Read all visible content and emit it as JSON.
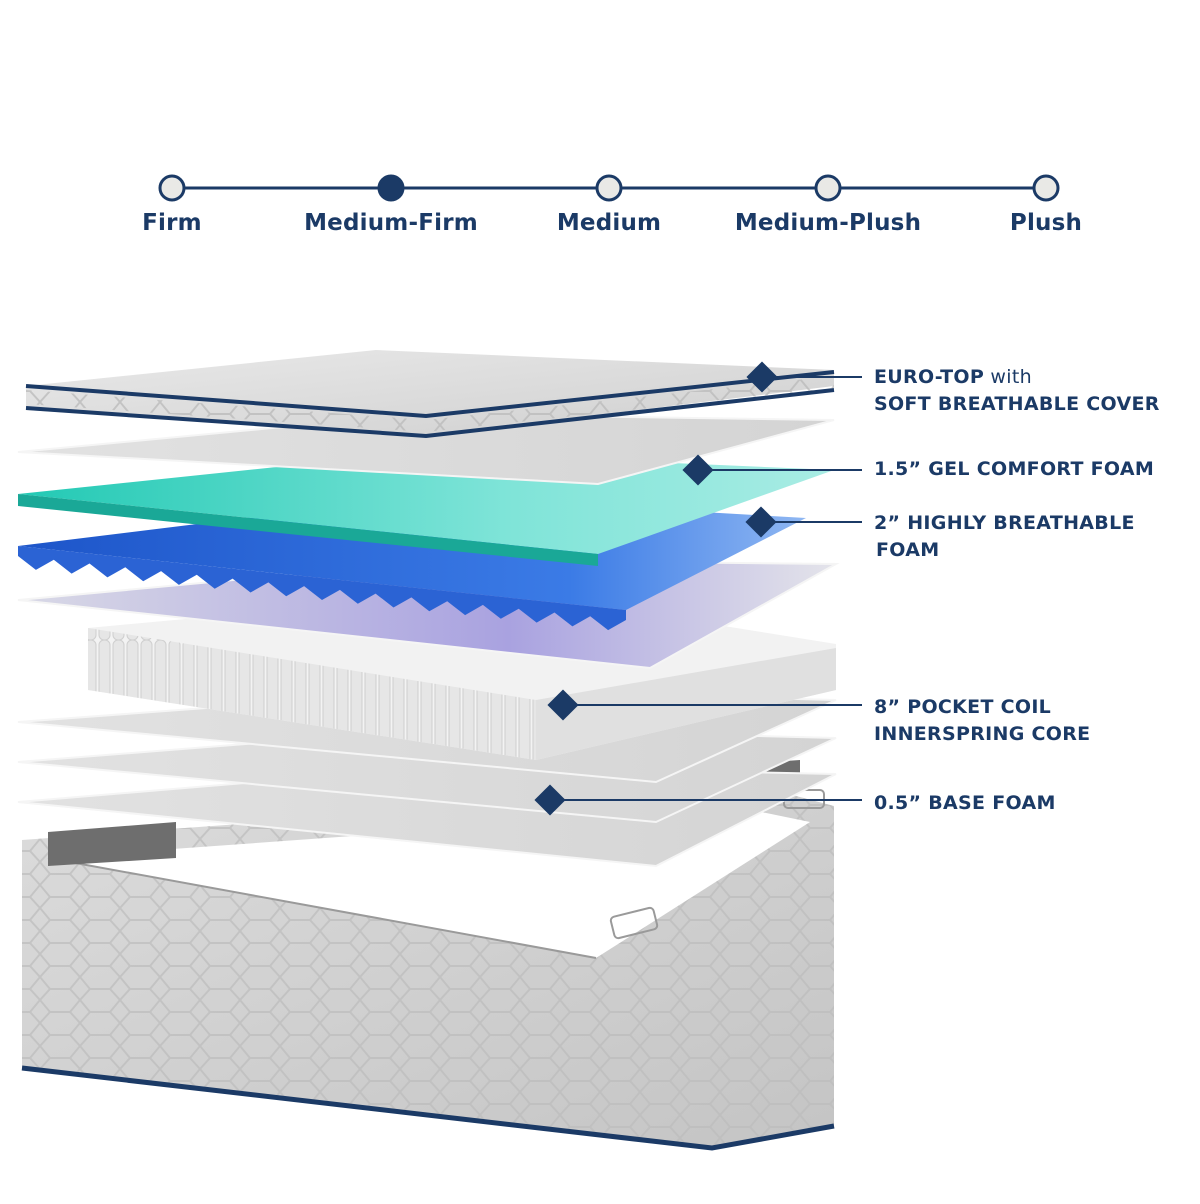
{
  "firmness_scale": {
    "levels": [
      "Firm",
      "Medium-Firm",
      "Medium",
      "Medium-Plush",
      "Plush"
    ],
    "selected_index": 1,
    "colors": {
      "line": "#1b3a66",
      "dot_fill": "#e9e9e6",
      "selected_fill": "#1b3a66"
    }
  },
  "callouts": [
    {
      "line1_bold": "EURO-TOP",
      "line1_light": " with",
      "line2": "SOFT BREATHABLE COVER"
    },
    {
      "line1_bold": "1.5” GEL COMFORT FOAM",
      "line1_light": "",
      "line2": ""
    },
    {
      "line1_bold": "2” HIGHLY BREATHABLE",
      "line1_light": "",
      "line2": "FOAM"
    },
    {
      "line1_bold": "8” POCKET COIL",
      "line1_light": "",
      "line2": "INNERSPRING CORE"
    },
    {
      "line1_bold": "0.5” BASE FOAM",
      "line1_light": "",
      "line2": ""
    }
  ],
  "colors": {
    "brand_navy": "#1b3a66",
    "gel_foam": "#2fd4c0",
    "breathable_foam": "#2e6fe0",
    "sheet_gray": "#e4e4e4",
    "cover_gray": "#d6d6d6"
  }
}
